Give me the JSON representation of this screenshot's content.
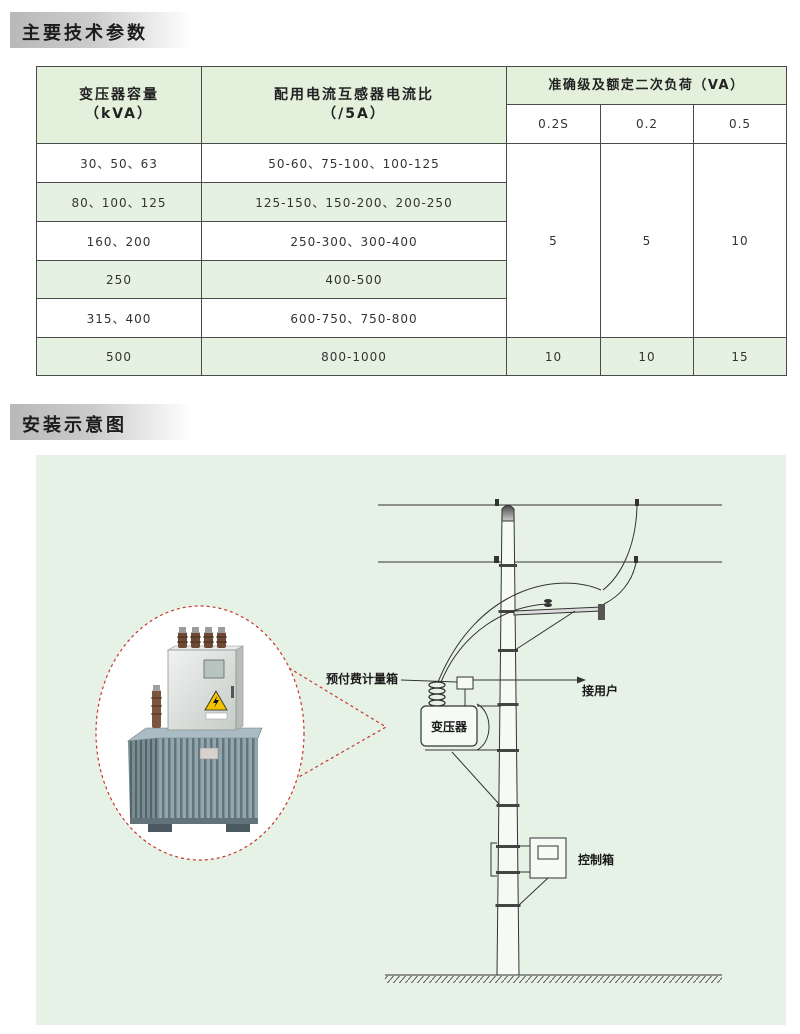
{
  "sections": {
    "parameters_title": "主要技术参数",
    "installation_title": "安装示意图"
  },
  "table": {
    "header": {
      "capacity": "变压器容量",
      "capacity_unit": "（kVA）",
      "ct_ratio": "配用电流互感器电流比",
      "ct_ratio_unit": "（/5A）",
      "accuracy": "准确级及额定二次负荷（VA）",
      "accuracy_classes": [
        "0.2S",
        "0.2",
        "0.5"
      ]
    },
    "rows": [
      {
        "capacity": "30、50、63",
        "ct_ratio": "50-60、75-100、100-125"
      },
      {
        "capacity": "80、100、125",
        "ct_ratio": "125-150、150-200、200-250"
      },
      {
        "capacity": "160、200",
        "ct_ratio": "250-300、300-400"
      },
      {
        "capacity": "250",
        "ct_ratio": "400-500"
      },
      {
        "capacity": "315、400",
        "ct_ratio": "600-750、750-800"
      },
      {
        "capacity": "500",
        "ct_ratio": "800-1000"
      }
    ],
    "burden_merged": [
      "5",
      "5",
      "10"
    ],
    "burden_last": [
      "10",
      "10",
      "15"
    ]
  },
  "diagram": {
    "labels": {
      "meter_box": "预付费计量箱",
      "to_user": "接用户",
      "transformer": "变压器",
      "control_box": "控制箱"
    }
  },
  "colors": {
    "table_header_fill": "#e3f0dc",
    "table_stripe_fill": "#e6f2e1",
    "diagram_panel_fill": "#e7f2e6",
    "callout_stroke": "#c8372d"
  }
}
